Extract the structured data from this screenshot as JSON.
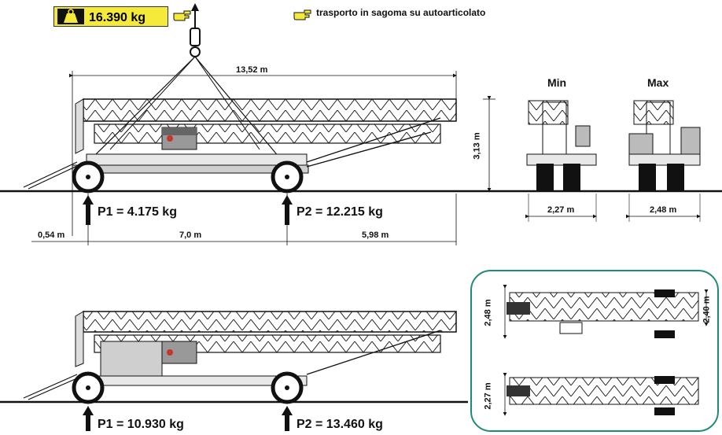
{
  "weight": {
    "value": "16.390 kg",
    "icon": "weight-icon",
    "pointer_icon": "pointing-hand-icon"
  },
  "note": {
    "text": "trasporto in sagoma su autoarticolato",
    "icon": "pointing-hand-icon"
  },
  "top_view": {
    "length": "13,52 m",
    "height": "3,13 m",
    "p1": "P1 = 4.175 kg",
    "p2": "P2 = 12.215 kg",
    "overhang_front": "0,54 m",
    "wheelbase": "7,0 m",
    "overhang_rear": "5,98 m"
  },
  "end_views": {
    "min_label": "Min",
    "max_label": "Max",
    "min_width": "2,27 m",
    "max_width": "2,48 m"
  },
  "bottom_view": {
    "p1": "P1 = 10.930 kg",
    "p2": "P2 = 13.460 kg"
  },
  "plan_views": {
    "upper_width_left": "2,48 m",
    "upper_width_right": "2,40 m",
    "lower_width_left": "2,27 m"
  },
  "colors": {
    "weight_box": "#f5ea3a",
    "panel_border": "#1f8a7a",
    "brand_red": "#c0392b"
  }
}
